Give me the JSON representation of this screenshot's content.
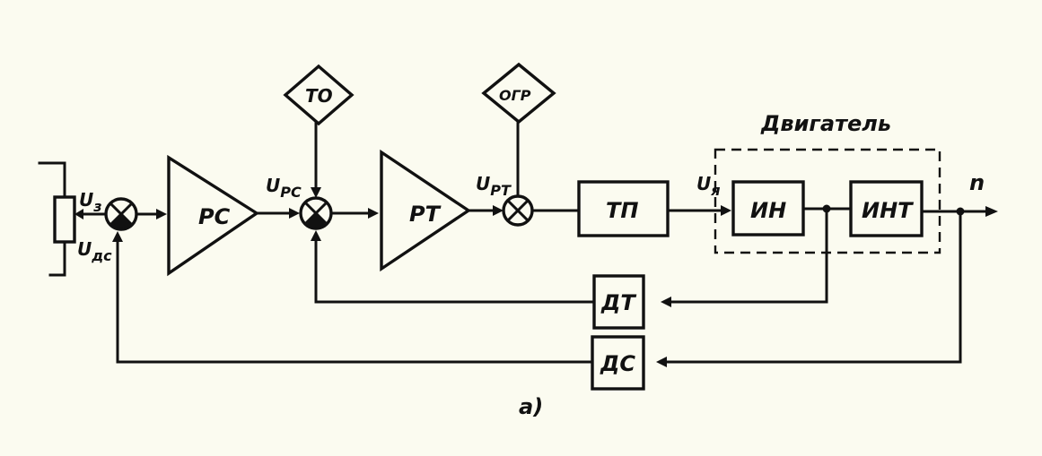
{
  "diagram": {
    "blocks": {
      "speed_regulator": "РС",
      "current_regulator": "РТ",
      "thyristor_converter": "ТП",
      "motor_in": "ИН",
      "motor_int": "ИНТ",
      "current_sensor": "ДТ",
      "speed_sensor": "ДС",
      "current_limit": "ТО",
      "limiter": "ОГР"
    },
    "motor_group_label": "Двигатель",
    "signals": {
      "u_set": {
        "main": "U",
        "sub": "з"
      },
      "u_speed_fb": {
        "main": "U",
        "sub": "дс"
      },
      "u_rs": {
        "main": "U",
        "sub": "РС"
      },
      "u_rt": {
        "main": "U",
        "sub": "РТ"
      },
      "u_armature": {
        "main": "U",
        "sub": "я"
      },
      "output": "n"
    },
    "caption": "а)"
  }
}
